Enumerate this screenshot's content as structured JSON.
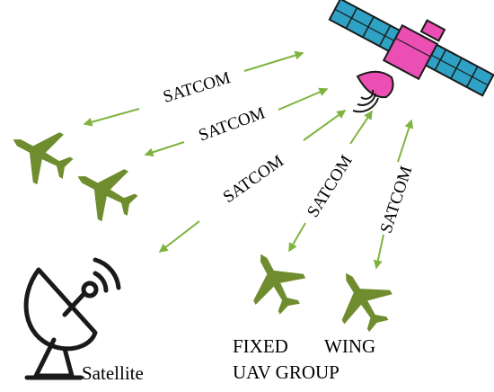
{
  "link_labels": [
    "SATCOM",
    "SATCOM",
    "SATCOM",
    "SATCOM",
    "SATCOM"
  ],
  "ground_station_label": "Satellite",
  "group_label": {
    "line1_left": "FIXED",
    "line1_right": "WING",
    "line2": "UAV GROUP"
  },
  "colors": {
    "arrow": "#7fb33f",
    "uav": "#6f8d2f",
    "satellite_body": "#ec4fb4",
    "solar_panel": "#2ea1c4",
    "outline": "#1a1a1a",
    "text": "#000000"
  },
  "icons": [
    "satellite-icon",
    "satellite-dish-icon",
    "uav-icon"
  ]
}
